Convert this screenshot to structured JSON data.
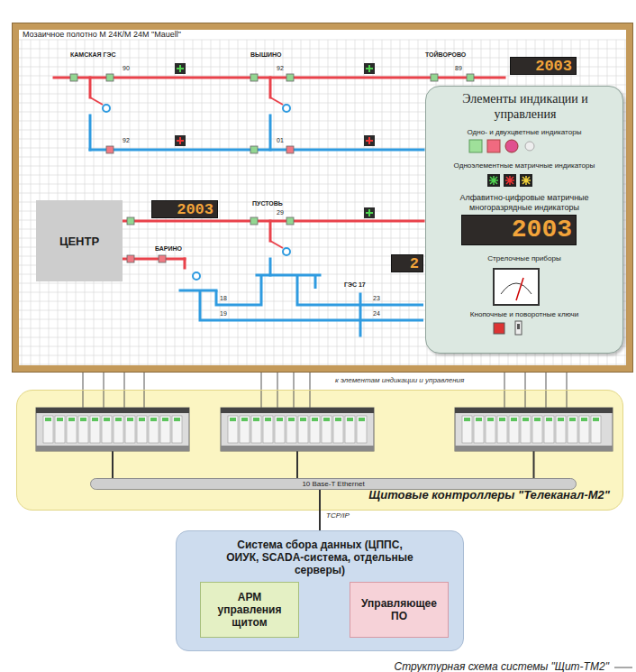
{
  "diagram": {
    "caption": "Структурная схема системы \"Щит-ТМ2\"",
    "nodes": [
      {
        "text": [
          "Мозаичное полотно М 24К/М 24М \"Mauell\""
        ]
      },
      {
        "text": [
          "ЦЕНТР"
        ],
        "in": 0
      },
      {
        "text": [
          "Элементы индикации и управления",
          "Одно- и двухцветные индикаторы",
          "Одноэлементные матричные индикаторы",
          "Алфавитно-цифровые матричные многоразрядные индикаторы",
          "Стрелочные приборы",
          "Кнопочные и поворотные ключи"
        ],
        "in": 0
      },
      {
        "text": [
          "Щитовые контроллеры \"Телеканал-М2\""
        ]
      },
      {
        "text": [
          "10 Base-T Ethernet"
        ],
        "in": 3
      },
      {
        "text": [
          "Система сбора данных (ЦППС, ОИУК, SCADA-система, отдельные серверы)"
        ]
      },
      {
        "text": [
          "АРМ управления щитом"
        ],
        "in": 5
      },
      {
        "text": [
          "Управляющее ПО"
        ],
        "in": 5
      }
    ],
    "edges": [
      {
        "from": 4,
        "to": 5,
        "arrow": "none",
        "label": "TCP/IP"
      }
    ],
    "labels": [
      "КАМСКАЯ ГЭС",
      "90",
      "ВЫШИНО",
      "92",
      "ТОЙВОРОВО",
      "89",
      "2003",
      "92",
      "01",
      "2003",
      "ПУСТОВЬ",
      "29",
      "БАРИНО",
      "2",
      "18",
      "19",
      "ГЭС 17",
      "23",
      "24",
      "2003",
      "к элементам индикации и управления"
    ]
  }
}
